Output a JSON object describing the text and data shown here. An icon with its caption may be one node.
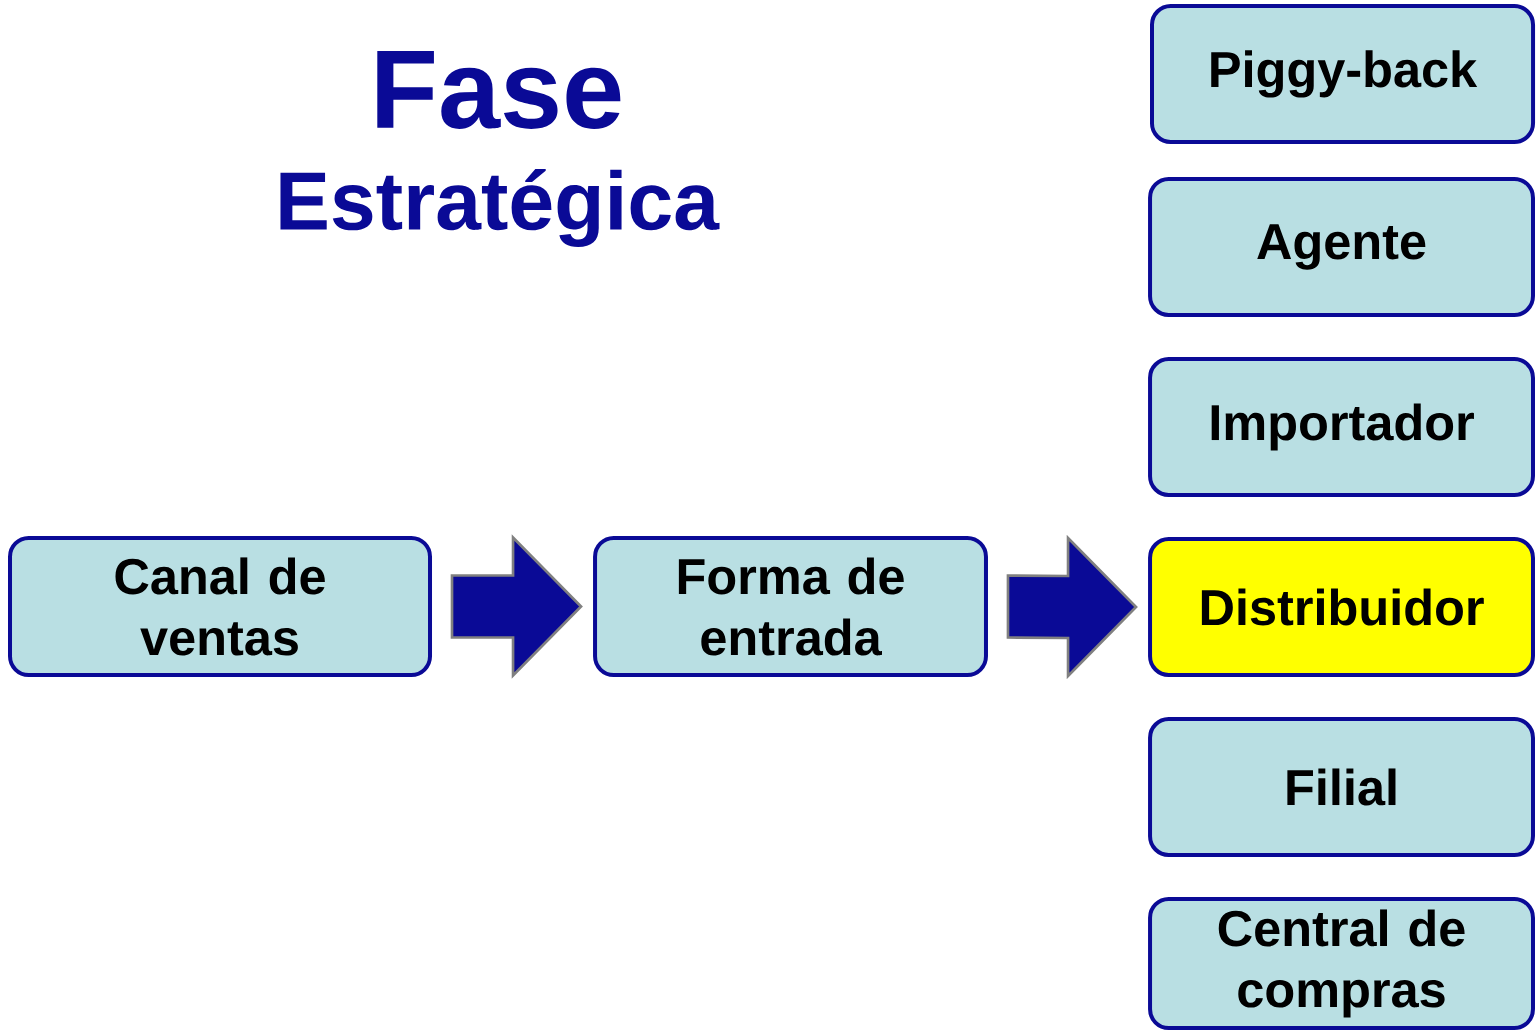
{
  "diagram": {
    "title": "Fase",
    "nodes": [
      {
        "text": [
          "Canal de ventas"
        ]
      },
      {
        "text": [
          "Forma de entrada"
        ]
      },
      {
        "text": [
          "Piggy-back"
        ]
      },
      {
        "text": [
          "Agente"
        ]
      },
      {
        "text": [
          "Importador"
        ]
      },
      {
        "text": [
          "Distribuidor"
        ]
      },
      {
        "text": [
          "Filial"
        ]
      },
      {
        "text": [
          "Central de compras"
        ]
      }
    ],
    "edges": [
      {
        "from": 0,
        "to": 1,
        "arrow": "to"
      },
      {
        "from": 1,
        "to": 5,
        "arrow": "to"
      }
    ],
    "labels": [
      "Estratégica"
    ]
  }
}
